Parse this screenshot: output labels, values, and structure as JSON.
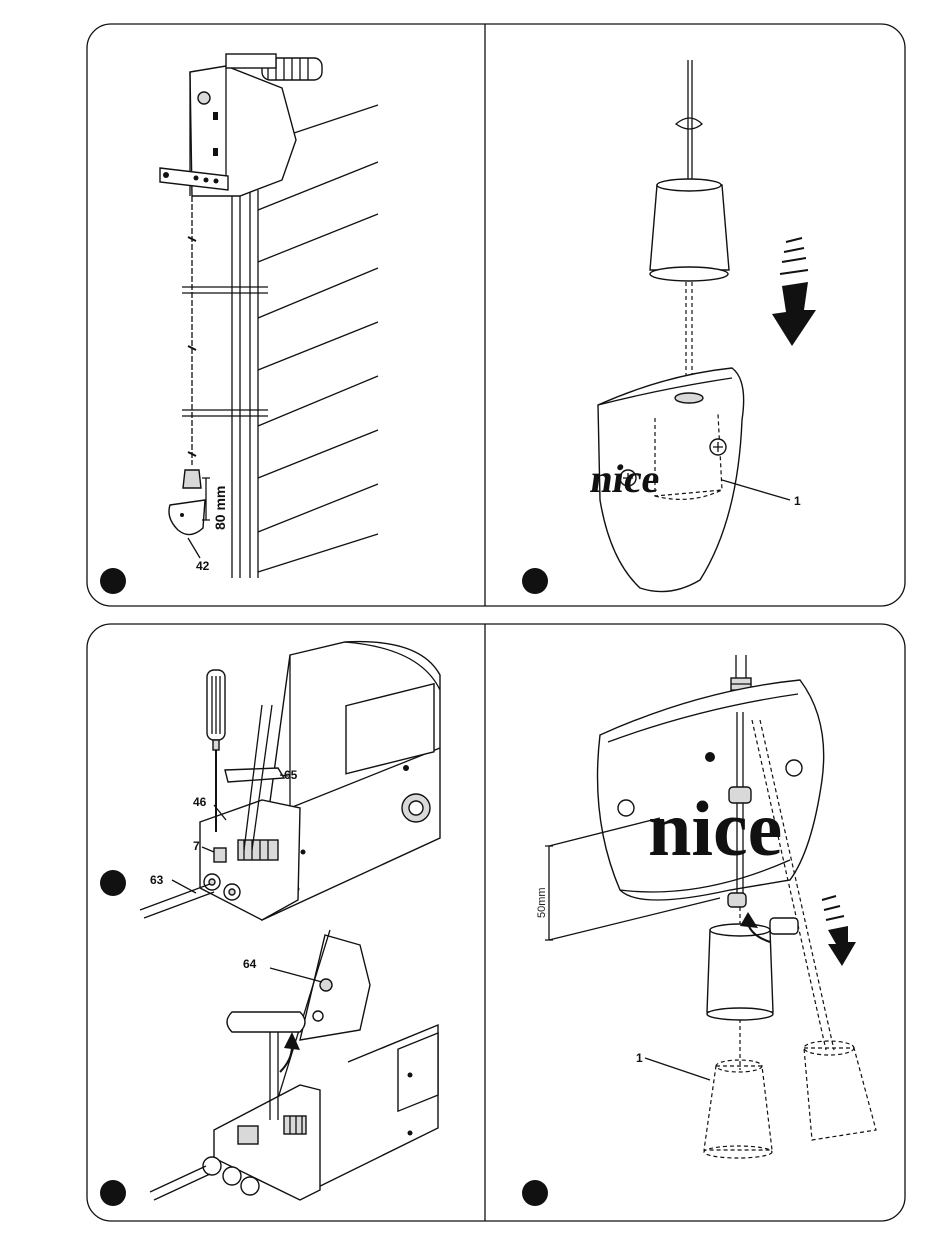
{
  "panel_top_left": {
    "callout_number": "42",
    "dimension_label": "80 mm"
  },
  "panel_top_right": {
    "callout_number": "1",
    "brand_text": "nice"
  },
  "panel_bottom_left": {
    "callouts": [
      "65",
      "46",
      "7",
      "63",
      "64"
    ]
  },
  "panel_bottom_right": {
    "callout_number": "1",
    "dimension_label": "50mm",
    "brand_text": "nice"
  }
}
